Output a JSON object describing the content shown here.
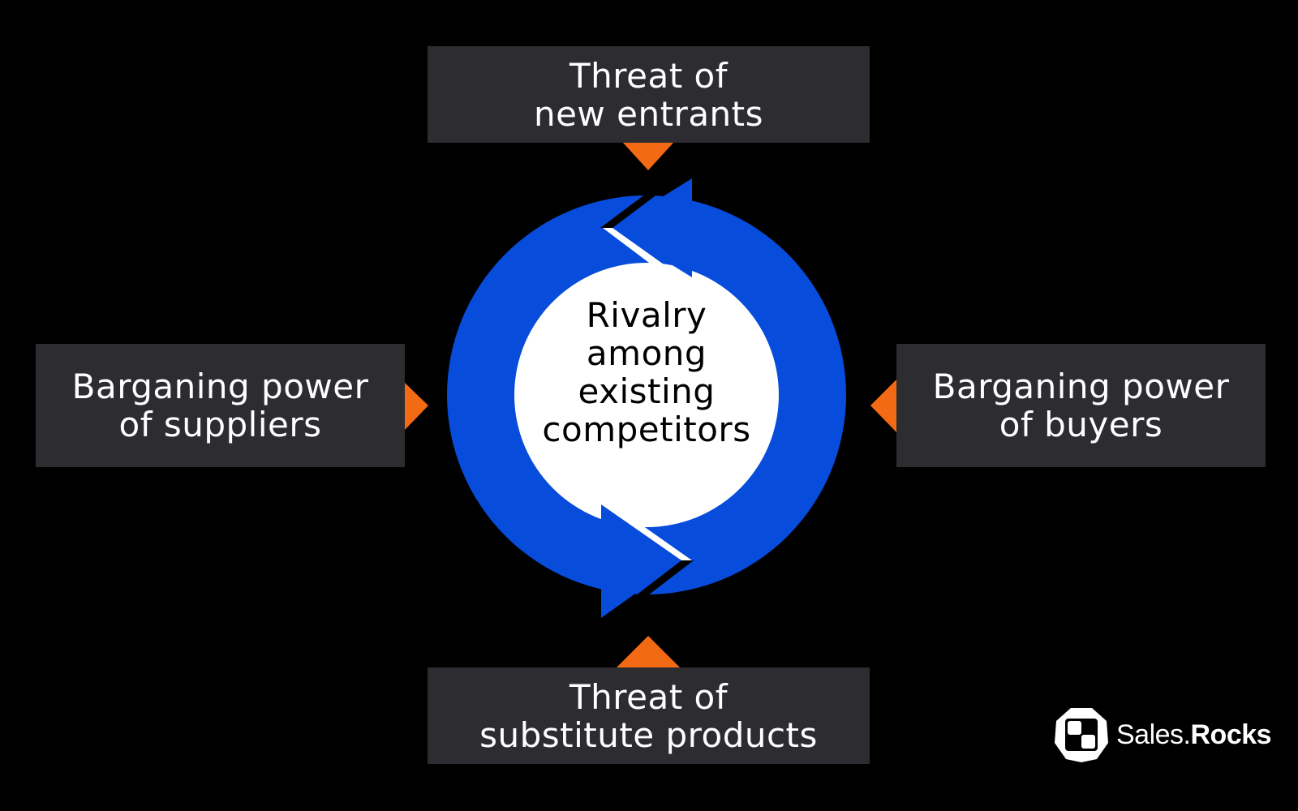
{
  "diagram": {
    "title": "Porter's Five Forces",
    "center": {
      "lines": [
        "Rivalry",
        "among",
        "existing",
        "competitors"
      ]
    },
    "forces": {
      "top": {
        "lines": [
          "Threat of",
          "new entrants"
        ]
      },
      "bottom": {
        "lines": [
          "Threat of",
          "substitute products"
        ]
      },
      "left": {
        "lines": [
          "Barganing power",
          "of suppliers"
        ]
      },
      "right": {
        "lines": [
          "Barganing power",
          "of buyers"
        ]
      }
    },
    "colors": {
      "background": "#000000",
      "box": "#2d2d31",
      "pointer": "#f26a13",
      "cycle": "#074cdb",
      "center": "#ffffff"
    }
  },
  "brand": {
    "name_regular": "Sales.",
    "name_bold": "Rocks"
  }
}
